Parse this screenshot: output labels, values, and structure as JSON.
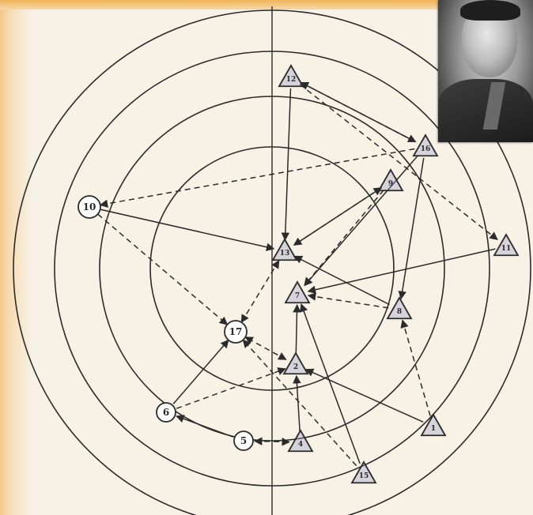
{
  "sociogram": {
    "nodes": [
      {
        "id": "n12",
        "label": "12",
        "shape": "triangle"
      },
      {
        "id": "n16",
        "label": "16",
        "shape": "triangle"
      },
      {
        "id": "n9",
        "label": "9",
        "shape": "triangle"
      },
      {
        "id": "n10",
        "label": "10",
        "shape": "circle"
      },
      {
        "id": "n13",
        "label": "13",
        "shape": "triangle"
      },
      {
        "id": "n11",
        "label": "11",
        "shape": "triangle"
      },
      {
        "id": "n7",
        "label": "7",
        "shape": "triangle"
      },
      {
        "id": "n8",
        "label": "8",
        "shape": "triangle"
      },
      {
        "id": "n17",
        "label": "17",
        "shape": "circle"
      },
      {
        "id": "n2",
        "label": "2",
        "shape": "triangle"
      },
      {
        "id": "n6",
        "label": "6",
        "shape": "circle"
      },
      {
        "id": "n1",
        "label": "1",
        "shape": "triangle"
      },
      {
        "id": "n5",
        "label": "5",
        "shape": "circle"
      },
      {
        "id": "n4",
        "label": "4",
        "shape": "triangle"
      },
      {
        "id": "n15",
        "label": "15",
        "shape": "triangle"
      }
    ],
    "edges": [
      {
        "from": "n12",
        "to": "n16",
        "style": "solid",
        "dir": "both"
      },
      {
        "from": "n16",
        "to": "n12",
        "style": "dashed",
        "dir": "one"
      },
      {
        "from": "n12",
        "to": "n13",
        "style": "solid",
        "dir": "one"
      },
      {
        "from": "n12",
        "to": "n11",
        "style": "dashed",
        "dir": "one"
      },
      {
        "from": "n16",
        "to": "n10",
        "style": "dashed",
        "dir": "one"
      },
      {
        "from": "n16",
        "to": "n8",
        "style": "solid",
        "dir": "one"
      },
      {
        "from": "n16",
        "to": "n7",
        "style": "solid",
        "dir": "one"
      },
      {
        "from": "n9",
        "to": "n13",
        "style": "dashed",
        "dir": "both"
      },
      {
        "from": "n9",
        "to": "n7",
        "style": "dashed",
        "dir": "one"
      },
      {
        "from": "n13",
        "to": "n9",
        "style": "solid",
        "dir": "one"
      },
      {
        "from": "n10",
        "to": "n13",
        "style": "solid",
        "dir": "one"
      },
      {
        "from": "n10",
        "to": "n17",
        "style": "dashed",
        "dir": "one"
      },
      {
        "from": "n11",
        "to": "n7",
        "style": "solid",
        "dir": "one"
      },
      {
        "from": "n8",
        "to": "n13",
        "style": "solid",
        "dir": "one"
      },
      {
        "from": "n8",
        "to": "n7",
        "style": "dashed",
        "dir": "one"
      },
      {
        "from": "n13",
        "to": "n17",
        "style": "dashed",
        "dir": "both"
      },
      {
        "from": "n2",
        "to": "n7",
        "style": "solid",
        "dir": "one"
      },
      {
        "from": "n2",
        "to": "n17",
        "style": "dashed",
        "dir": "both"
      },
      {
        "from": "n6",
        "to": "n17",
        "style": "solid",
        "dir": "one"
      },
      {
        "from": "n6",
        "to": "n2",
        "style": "dashed",
        "dir": "one"
      },
      {
        "from": "n5",
        "to": "n6",
        "style": "solid",
        "dir": "one"
      },
      {
        "from": "n5",
        "to": "n4",
        "style": "dashed",
        "dir": "both"
      },
      {
        "from": "n4",
        "to": "n2",
        "style": "solid",
        "dir": "one"
      },
      {
        "from": "n1",
        "to": "n2",
        "style": "solid",
        "dir": "one"
      },
      {
        "from": "n1",
        "to": "n8",
        "style": "dashed",
        "dir": "one"
      },
      {
        "from": "n15",
        "to": "n7",
        "style": "solid",
        "dir": "one"
      },
      {
        "from": "n15",
        "to": "n17",
        "style": "dashed",
        "dir": "one"
      }
    ]
  },
  "colors": {
    "ink": "#2b2b2b",
    "paper": "#f7f1e6",
    "accent": "#f0b45a",
    "node_fill": "#ffffff",
    "node_tint": "#9c9cc8"
  },
  "photo": {
    "icon": "portrait-photo"
  }
}
